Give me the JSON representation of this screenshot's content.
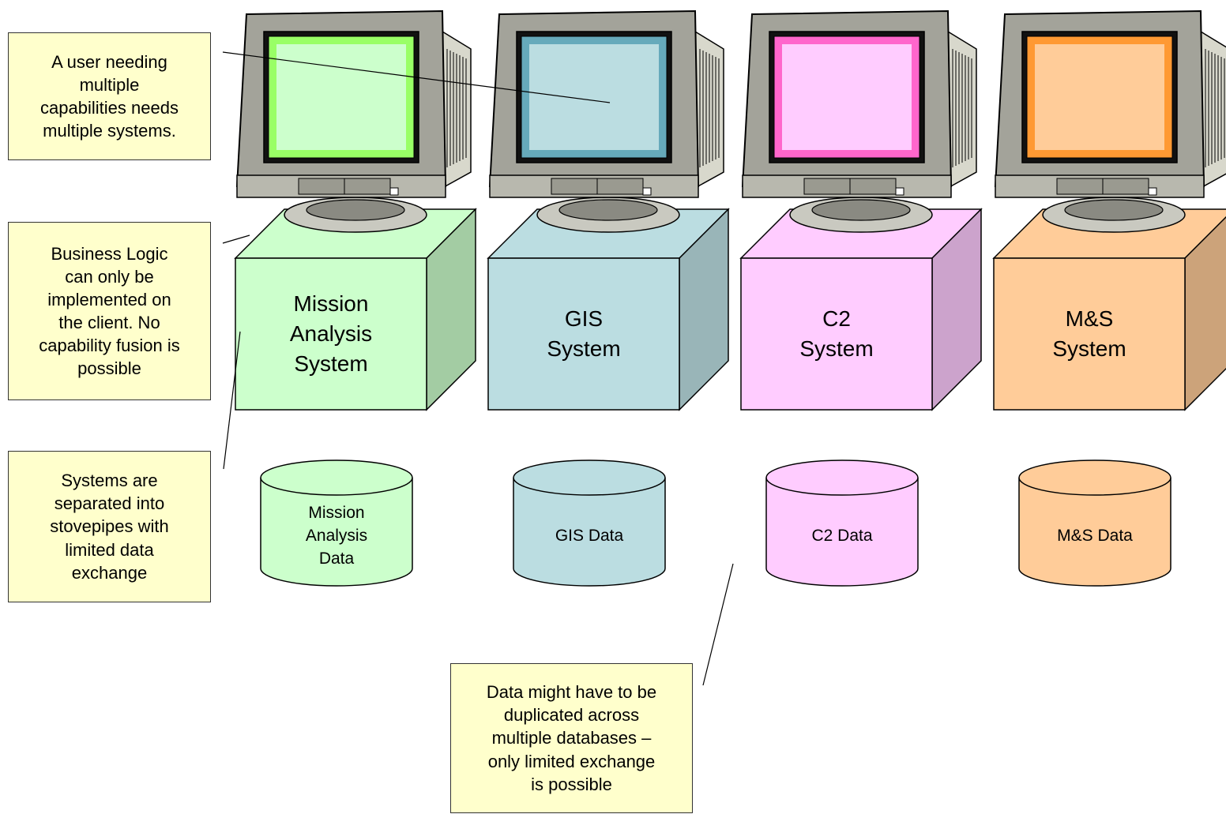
{
  "callouts": {
    "user": "A user needing\nmultiple\ncapabilities needs\nmultiple systems.",
    "business_logic": "Business Logic\ncan only be\nimplemented on\nthe client.  No\ncapability fusion is\npossible",
    "stovepipes": "Systems are\nseparated into\nstovepipes with\nlimited data\nexchange",
    "duplication": "Data might have to be\nduplicated across\nmultiple databases –\nonly limited exchange\nis possible"
  },
  "systems": [
    {
      "label": "Mission\nAnalysis\nSystem",
      "data_label": "Mission\nAnalysis\nData",
      "color": "#ccffcc",
      "side": "#a3cca3",
      "screen": "#99ff66",
      "db": "#ccffcc"
    },
    {
      "label": "GIS\nSystem",
      "data_label": "GIS Data",
      "color": "#bbdde1",
      "side": "#99b5b8",
      "screen": "#66aabb",
      "db": "#bbdde1"
    },
    {
      "label": "C2\nSystem",
      "data_label": "C2 Data",
      "color": "#ffccff",
      "side": "#cca3cc",
      "screen": "#ff66cc",
      "db": "#ffccff"
    },
    {
      "label": "M&S\nSystem",
      "data_label": "M&S Data",
      "color": "#ffcc99",
      "side": "#cca37a",
      "screen": "#ff9933",
      "db": "#ffcc99"
    }
  ],
  "colors": {
    "callout_fill": "#ffffcc",
    "outline": "#000000",
    "monitor_gray": "#a3a39a"
  }
}
